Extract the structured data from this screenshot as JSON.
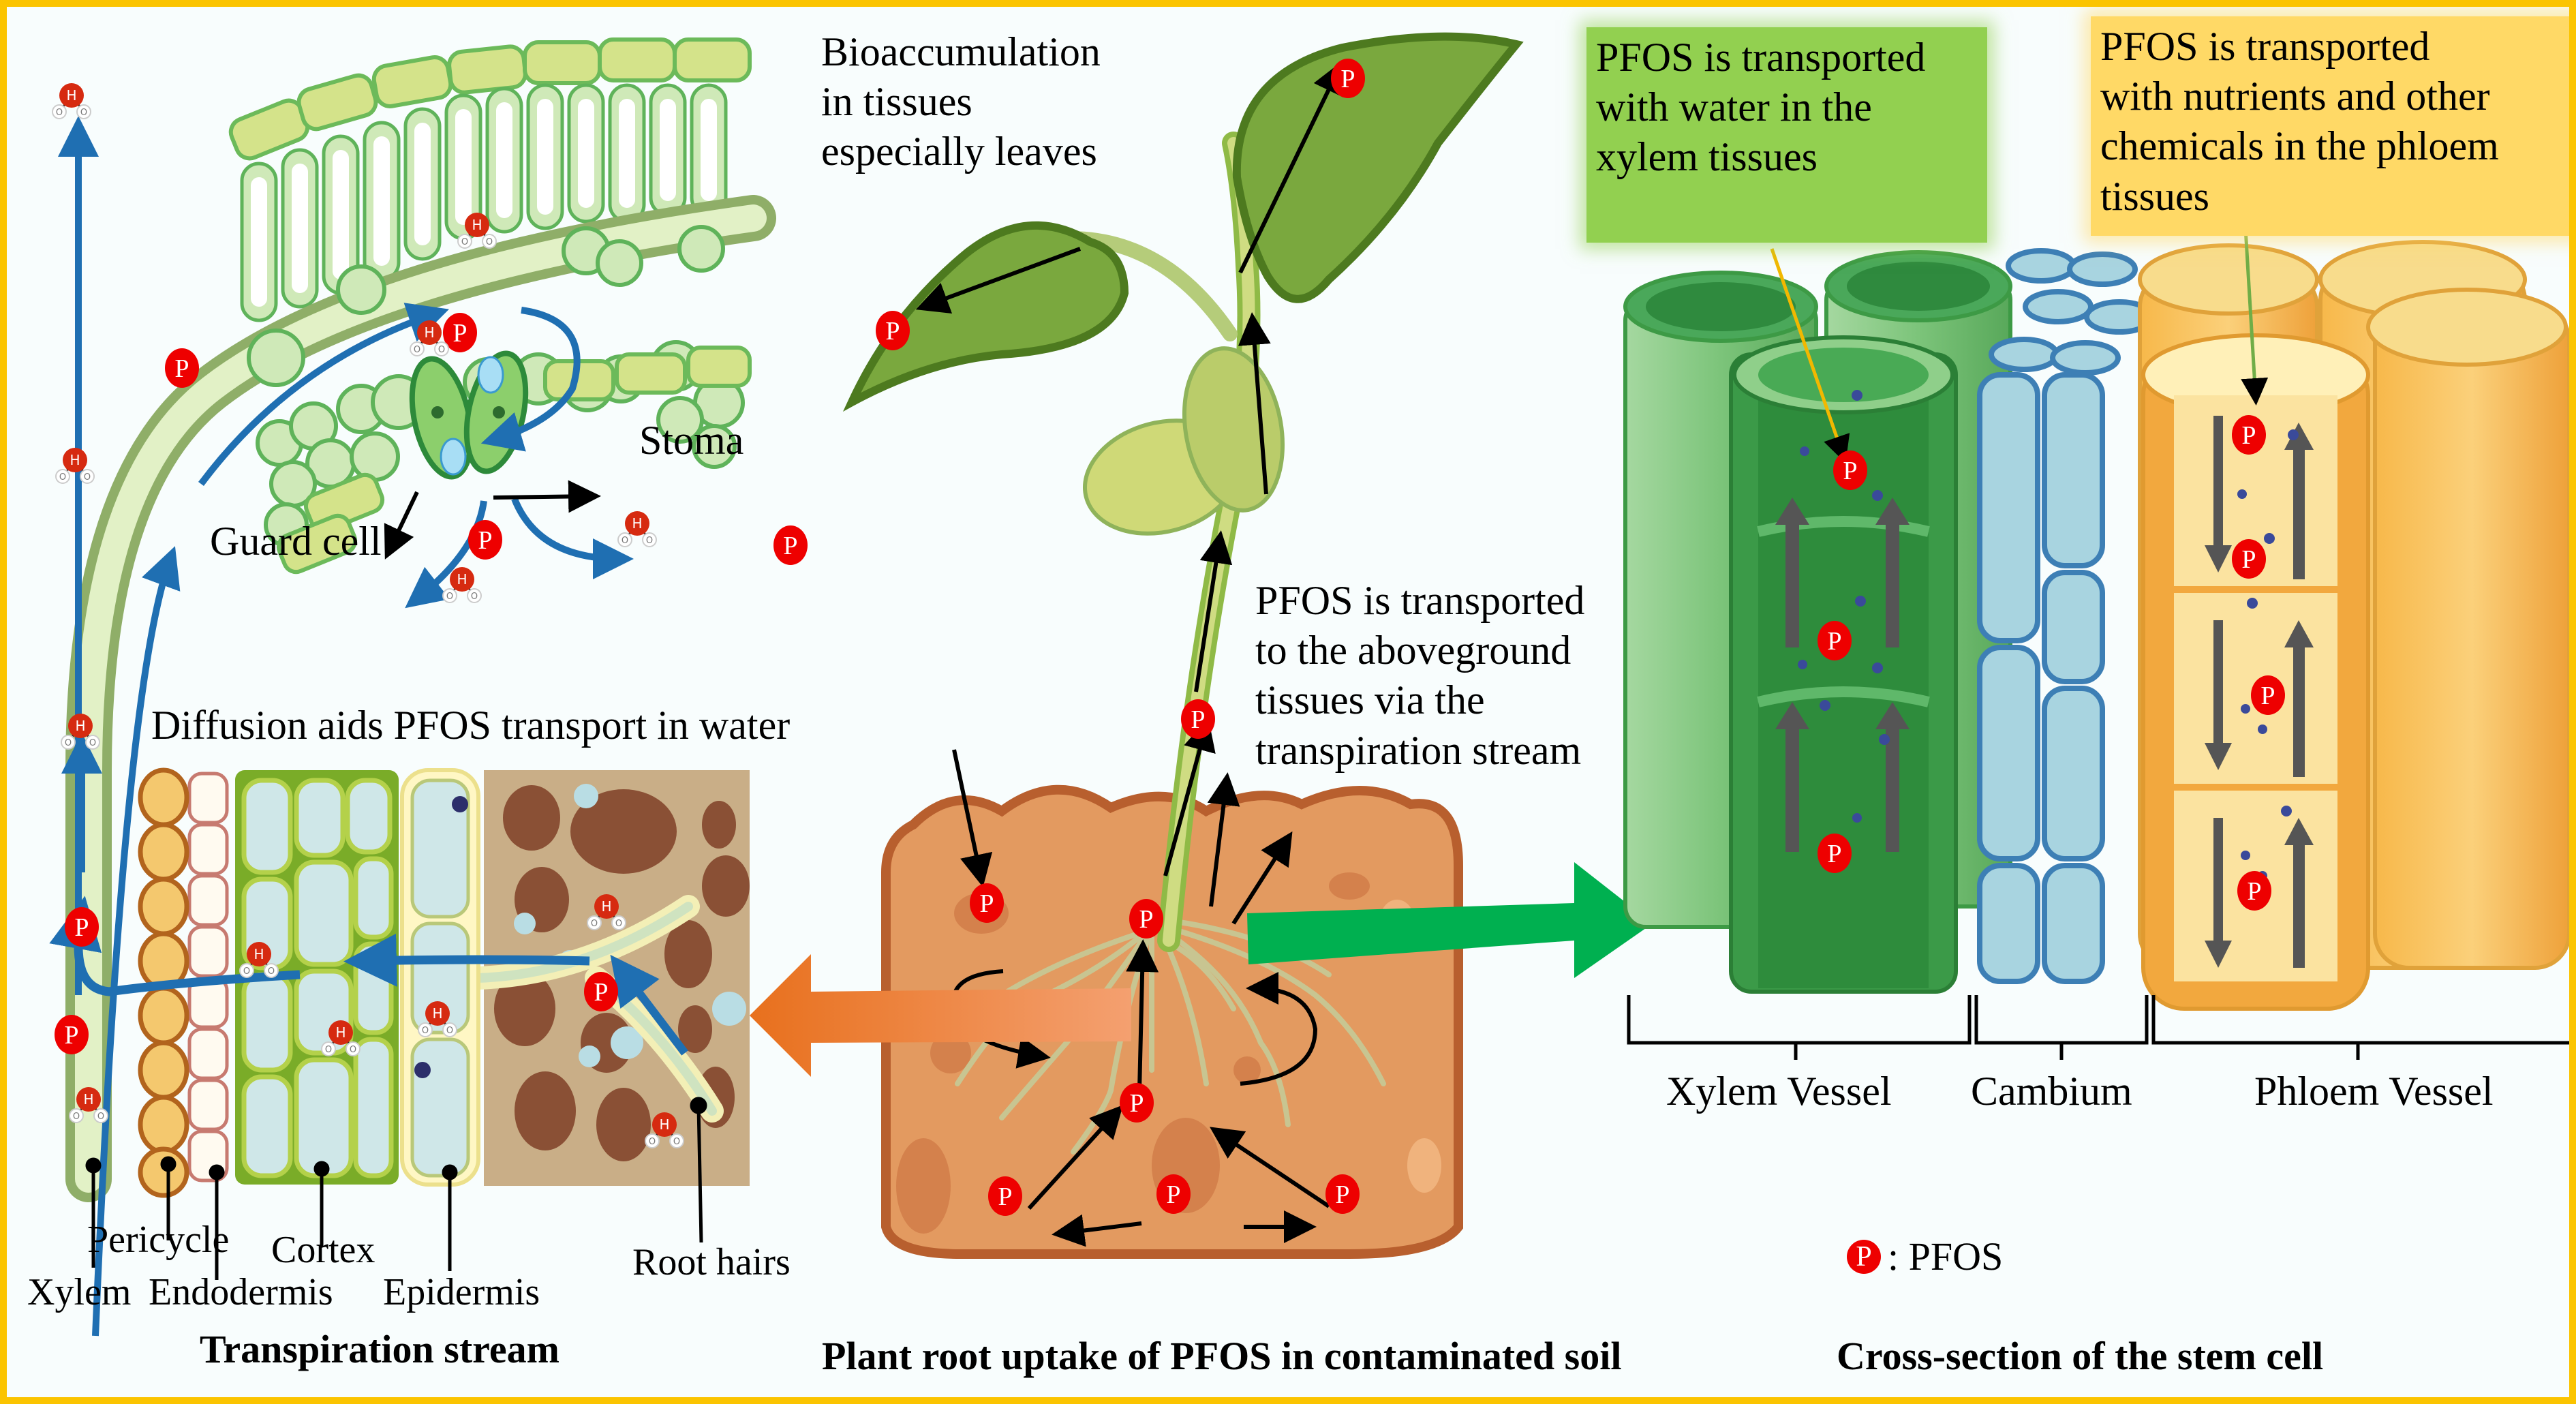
{
  "figure": {
    "border_color": "#fbc400",
    "background_color": "#f8fdfd"
  },
  "leaf_section": {
    "labels": {
      "stoma": "Stoma",
      "guard_cell": "Guard cell"
    }
  },
  "plant": {
    "bioaccumulation": [
      "Bioaccumulation",
      "in tissues",
      "especially leaves"
    ],
    "transport_note": [
      "PFOS is transported",
      "to the aboveground",
      "tissues via the",
      "transpiration stream"
    ]
  },
  "root_section": {
    "heading": "Diffusion aids PFOS transport in water",
    "labels": {
      "xylem": "Xylem",
      "pericycle": "Pericycle",
      "endodermis": "Endodermis",
      "cortex": "Cortex",
      "epidermis": "Epidermis",
      "root_hairs": "Root hairs"
    }
  },
  "stem_section": {
    "xylem_callout": [
      "PFOS is transported",
      "with water in the",
      "xylem tissues"
    ],
    "phloem_callout": [
      "PFOS is transported",
      "with nutrients and other",
      "chemicals in the phloem",
      "tissues"
    ],
    "brackets": {
      "xylem": "Xylem Vessel",
      "cambium": "Cambium",
      "phloem": "Phloem Vessel"
    }
  },
  "legend": {
    "symbol": "P",
    "label": ": PFOS"
  },
  "molecule_labels": {
    "pfos": "P",
    "water_h": "H",
    "water_o": "O"
  },
  "panel_titles": {
    "left": "Transpiration stream",
    "center": "Plant root uptake of PFOS in contaminated soil",
    "right": "Cross-section of the stem cell"
  },
  "colors": {
    "pfos_red": "#ee0000",
    "water_red": "#d62a10",
    "flow_blue": "#1f6fb2",
    "xylem_green": "#3fa34d",
    "cambium_blue": "#4f8fc0",
    "phloem_orange": "#f0a640",
    "soil_brown": "#e09a62",
    "arrow_orange": "#ee7d2b",
    "arrow_green": "#00b050",
    "callout_green": "#92d050",
    "callout_yellow": "#ffd966"
  }
}
